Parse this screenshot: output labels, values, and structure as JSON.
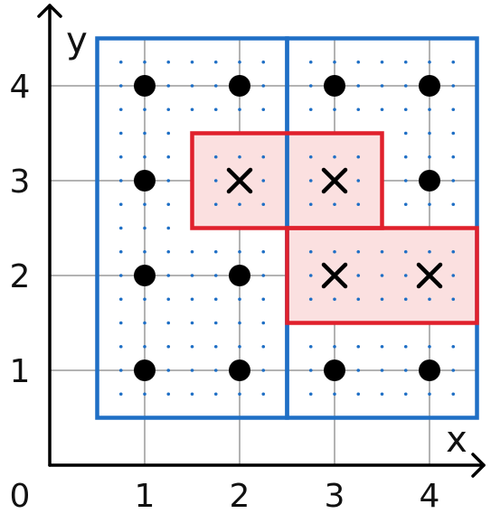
{
  "axes": {
    "x_label": "x",
    "y_label": "y",
    "origin_label": "0",
    "x_ticks": [
      "1",
      "2",
      "3",
      "4"
    ],
    "y_ticks": [
      "1",
      "2",
      "3",
      "4"
    ],
    "x_range": [
      0,
      4.5
    ],
    "y_range": [
      0,
      4.5
    ],
    "grid": true,
    "axis_color": "#000000",
    "grid_color": "#b3b3b3"
  },
  "colors": {
    "blue_outline": "#1f6fc5",
    "red_outline": "#e0202c",
    "red_fill": "#fbe0e0",
    "marker": "#000000",
    "dot_grid": "#1f6fc5"
  },
  "blue_regions": [
    {
      "x": [
        0.5,
        2.5
      ],
      "y": [
        0.5,
        4.5
      ]
    },
    {
      "x": [
        2.5,
        4.5
      ],
      "y": [
        0.5,
        4.5
      ]
    }
  ],
  "red_regions": [
    {
      "x": [
        1.5,
        3.5
      ],
      "y": [
        2.5,
        3.5
      ]
    },
    {
      "x": [
        2.5,
        4.5
      ],
      "y": [
        1.5,
        2.5
      ]
    }
  ],
  "dot_points": [
    {
      "x": 1,
      "y": 4
    },
    {
      "x": 2,
      "y": 4
    },
    {
      "x": 3,
      "y": 4
    },
    {
      "x": 4,
      "y": 4
    },
    {
      "x": 1,
      "y": 3
    },
    {
      "x": 4,
      "y": 3
    },
    {
      "x": 1,
      "y": 2
    },
    {
      "x": 2,
      "y": 2
    },
    {
      "x": 1,
      "y": 1
    },
    {
      "x": 2,
      "y": 1
    },
    {
      "x": 3,
      "y": 1
    },
    {
      "x": 4,
      "y": 1
    }
  ],
  "cross_points": [
    {
      "x": 2,
      "y": 3
    },
    {
      "x": 3,
      "y": 3
    },
    {
      "x": 3,
      "y": 2
    },
    {
      "x": 4,
      "y": 2
    }
  ],
  "dot_grid_step": 0.25
}
